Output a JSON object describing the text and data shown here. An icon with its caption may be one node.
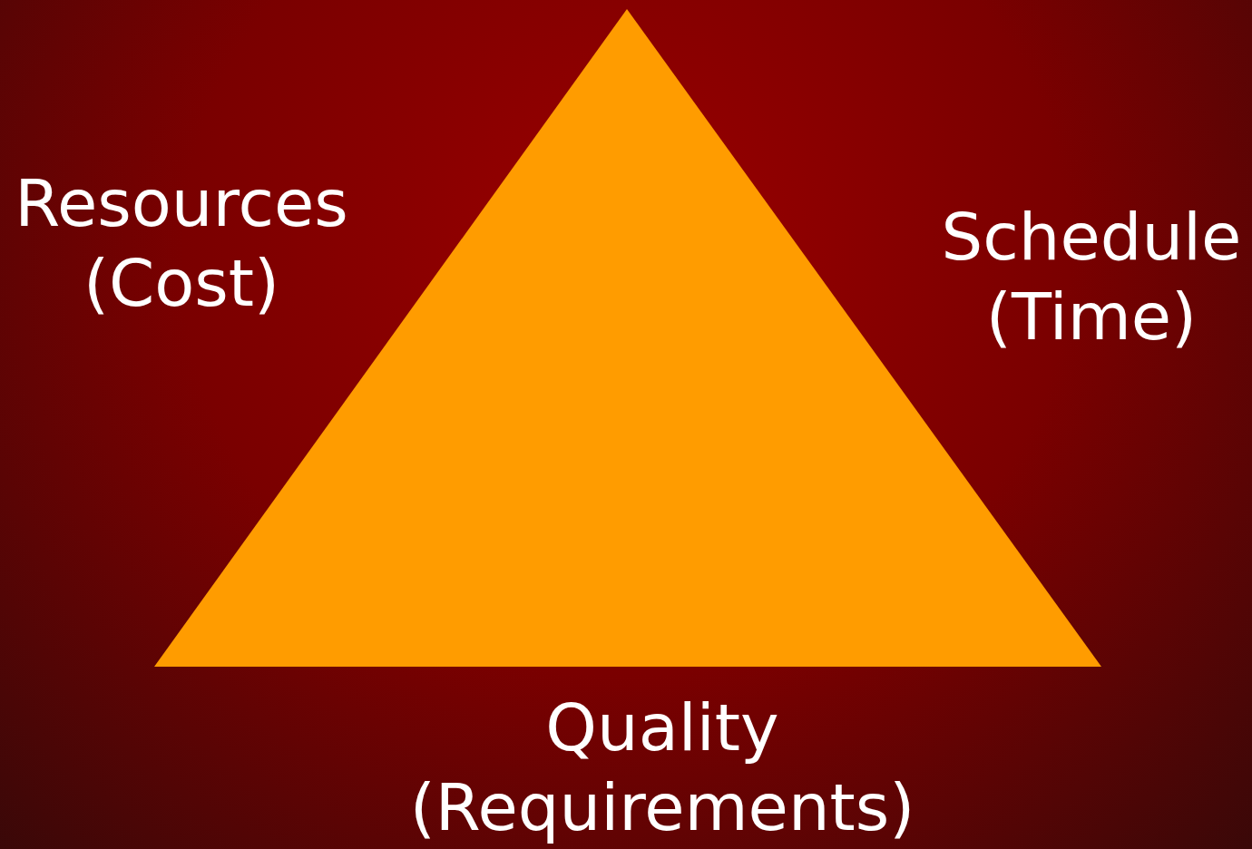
{
  "diagram": {
    "nodes": [
      {
        "text": [],
        "shape": "triangle"
      }
    ],
    "labels": [
      "Resources (Cost)",
      "Schedule (Time)",
      "Quality (Requirements)"
    ]
  }
}
